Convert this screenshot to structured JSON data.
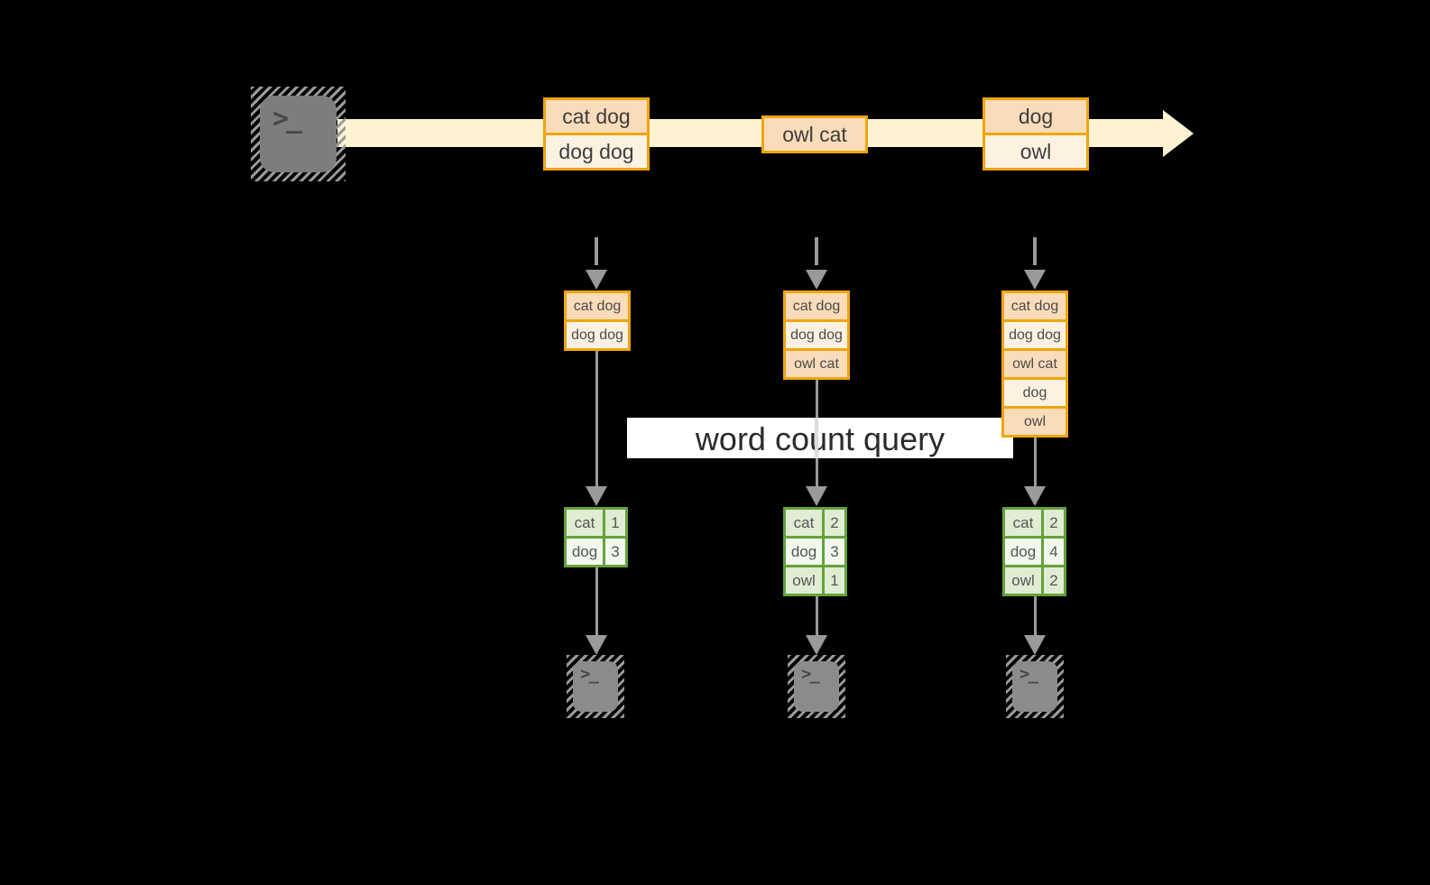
{
  "stream": {
    "events": [
      {
        "lines": [
          "cat dog",
          "dog dog"
        ]
      },
      {
        "lines": [
          "owl cat"
        ]
      },
      {
        "lines": [
          "dog",
          "owl"
        ]
      }
    ]
  },
  "query": {
    "label": "word count query"
  },
  "columns": [
    {
      "buffer": [
        "cat dog",
        "dog dog"
      ],
      "counts": [
        [
          "cat",
          "1"
        ],
        [
          "dog",
          "3"
        ]
      ]
    },
    {
      "buffer": [
        "cat dog",
        "dog dog",
        "owl cat"
      ],
      "counts": [
        [
          "cat",
          "2"
        ],
        [
          "dog",
          "3"
        ],
        [
          "owl",
          "1"
        ]
      ]
    },
    {
      "buffer": [
        "cat dog",
        "dog dog",
        "owl cat",
        "dog",
        "owl"
      ],
      "counts": [
        [
          "cat",
          "2"
        ],
        [
          "dog",
          "4"
        ],
        [
          "owl",
          "2"
        ]
      ]
    }
  ],
  "icons": {
    "terminal_glyph": ">_"
  },
  "colors": {
    "background": "#000000",
    "stream_band": "#fdf3d2",
    "box_border": "#efa50e",
    "row_peach": "#fbdcba",
    "row_cream": "#fdf1e2",
    "table_border": "#64a33c",
    "cell_green": "#e0ecd3",
    "cell_light": "#f3f8ee",
    "arrow_gray": "#9a9a9a",
    "banner_bg": "#ffffff"
  }
}
